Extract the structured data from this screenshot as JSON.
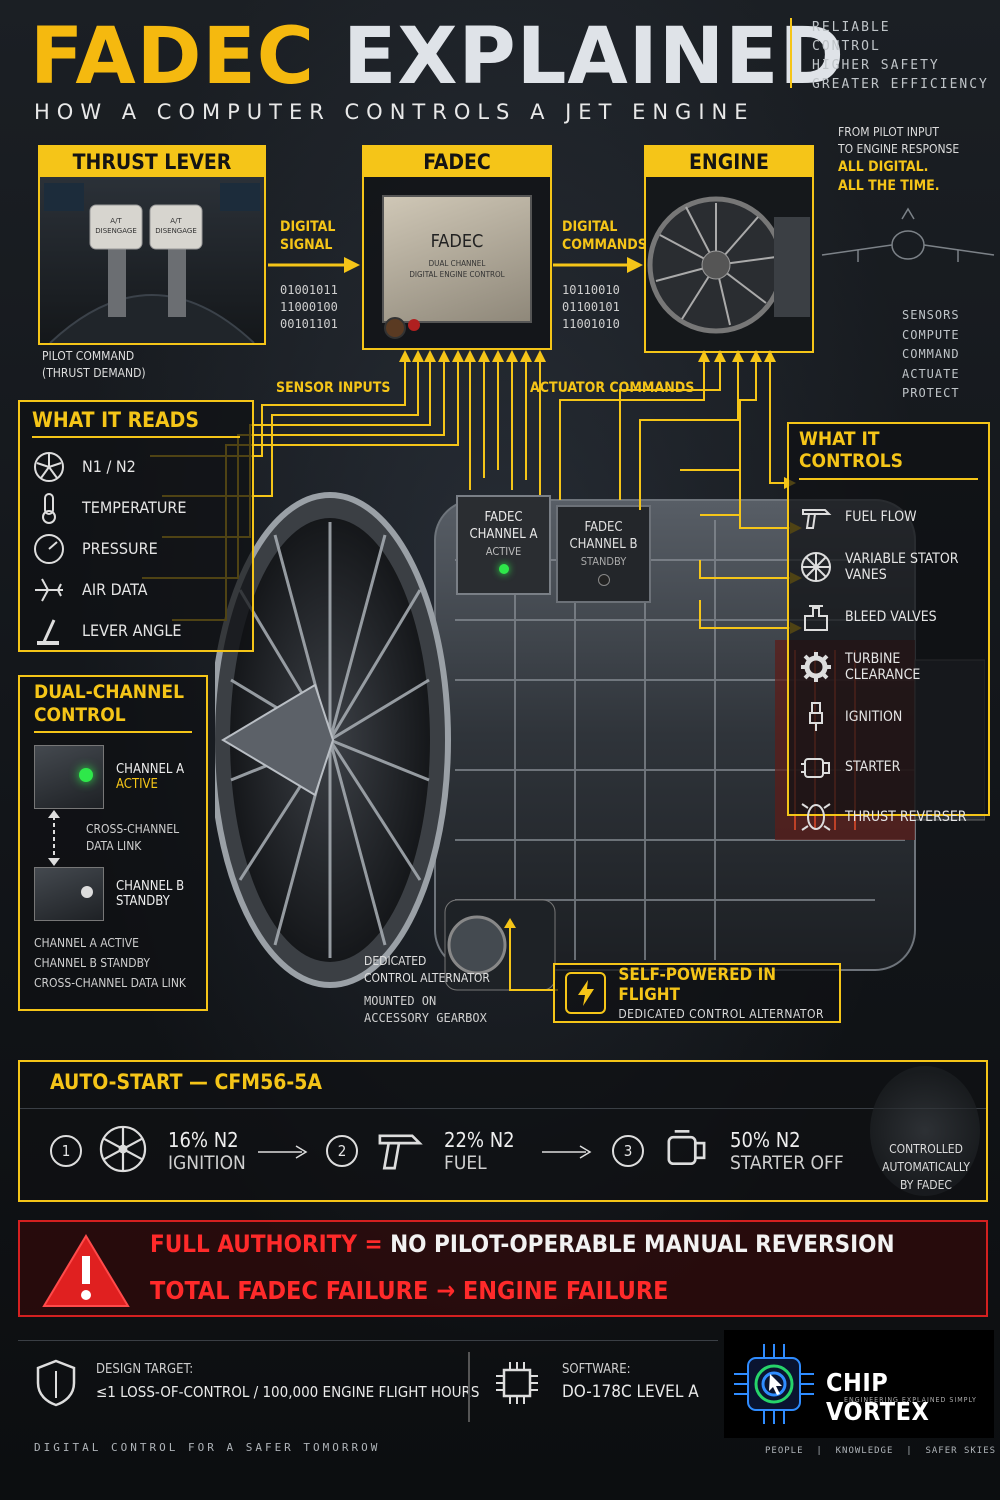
{
  "header": {
    "title_part1": "FADEC",
    "title_part2": "EXPLAINED",
    "subtitle": "HOW A COMPUTER CONTROLS A JET ENGINE",
    "tagline": [
      "RELIABLE",
      "CONTROL",
      "HIGHER SAFETY",
      "GREATER EFFICIENCY"
    ]
  },
  "flow": {
    "thrust_lever": {
      "title": "THRUST LEVER",
      "lever_label": "A/T DISENGAGE",
      "caption": "PILOT COMMAND\n(THRUST DEMAND)"
    },
    "signal_label": "DIGITAL\nSIGNAL",
    "signal_bits": "01001011\n11000100\n00101101",
    "fadec": {
      "title": "FADEC",
      "unit_name": "FADEC",
      "unit_sub": "DUAL CHANNEL\nDIGITAL ENGINE CONTROL"
    },
    "commands_label": "DIGITAL\nCOMMANDS",
    "commands_bits": "10110010\n01100101\n11001010",
    "engine": {
      "title": "ENGINE"
    },
    "right_note_white": "FROM PILOT INPUT\nTO ENGINE RESPONSE",
    "right_note_yellow": "ALL DIGITAL.\nALL THE TIME.",
    "process_steps": [
      "SENSORS",
      "COMPUTE",
      "COMMAND",
      "ACTUATE",
      "PROTECT"
    ],
    "sensor_inputs_label": "SENSOR INPUTS",
    "actuator_commands_label": "ACTUATOR COMMANDS"
  },
  "reads": {
    "title": "WHAT IT READS",
    "items": [
      {
        "icon": "fan-icon",
        "label": "N1 / N2"
      },
      {
        "icon": "thermometer-icon",
        "label": "TEMPERATURE"
      },
      {
        "icon": "gauge-icon",
        "label": "PRESSURE"
      },
      {
        "icon": "airplane-icon",
        "label": "AIR DATA"
      },
      {
        "icon": "lever-icon",
        "label": "LEVER ANGLE"
      }
    ]
  },
  "controls": {
    "title": "WHAT IT CONTROLS",
    "items": [
      {
        "icon": "nozzle-icon",
        "label": "FUEL FLOW"
      },
      {
        "icon": "vanes-icon",
        "label": "VARIABLE STATOR VANES"
      },
      {
        "icon": "valve-icon",
        "label": "BLEED VALVES"
      },
      {
        "icon": "gear-icon",
        "label": "TURBINE CLEARANCE"
      },
      {
        "icon": "spark-plug-icon",
        "label": "IGNITION"
      },
      {
        "icon": "starter-icon",
        "label": "STARTER"
      },
      {
        "icon": "reverser-icon",
        "label": "THRUST REVERSER"
      }
    ]
  },
  "engine_units": {
    "channel_a": {
      "name": "FADEC\nCHANNEL A",
      "state": "ACTIVE"
    },
    "channel_b": {
      "name": "FADEC\nCHANNEL B",
      "state": "STANDBY"
    }
  },
  "dual": {
    "title": "DUAL-CHANNEL\nCONTROL",
    "channel_a_label": "CHANNEL A",
    "channel_a_state": "ACTIVE",
    "link_label": "CROSS-CHANNEL\nDATA LINK",
    "channel_b_label": "CHANNEL B",
    "channel_b_state": "STANDBY",
    "summary": "CHANNEL A ACTIVE\nCHANNEL B STANDBY\nCROSS-CHANNEL DATA LINK"
  },
  "alternator": {
    "label": "DEDICATED\nCONTROL ALTERNATOR",
    "mount": "MOUNTED ON\nACCESSORY GEARBOX",
    "callout_title": "SELF-POWERED IN FLIGHT",
    "callout_sub": "DEDICATED CONTROL ALTERNATOR"
  },
  "autostart": {
    "title": "AUTO-START — CFM56-5A",
    "steps": [
      {
        "num": "1",
        "icon": "fan-icon",
        "value": "16% N2",
        "action": "IGNITION"
      },
      {
        "num": "2",
        "icon": "nozzle-icon",
        "value": "22% N2",
        "action": "FUEL"
      },
      {
        "num": "3",
        "icon": "starter-icon",
        "value": "50% N2",
        "action": "STARTER OFF"
      }
    ],
    "note": "CONTROLLED\nAUTOMATICALLY\nBY FADEC"
  },
  "warning": {
    "line1_red": "FULL AUTHORITY =",
    "line1_white": "NO PILOT-OPERABLE MANUAL REVERSION",
    "line2": "TOTAL FADEC FAILURE → ENGINE FAILURE"
  },
  "footer": {
    "design_label": "DESIGN TARGET:",
    "design_value": "≤1 LOSS-OF-CONTROL / 100,000 ENGINE FLIGHT HOURS",
    "software_label": "SOFTWARE:",
    "software_value": "DO-178C LEVEL A",
    "brand": "CHIP VORTEX",
    "brand_sub": "ENGINEERING EXPLAINED SIMPLY",
    "bottom_left": "DIGITAL CONTROL FOR A SAFER TOMORROW",
    "bottom_right": "PEOPLE  |  KNOWLEDGE  |  SAFER SKIES"
  },
  "colors": {
    "accent": "#f5c518",
    "danger": "#e02020",
    "background": "#121519",
    "active": "#2ee84a"
  }
}
